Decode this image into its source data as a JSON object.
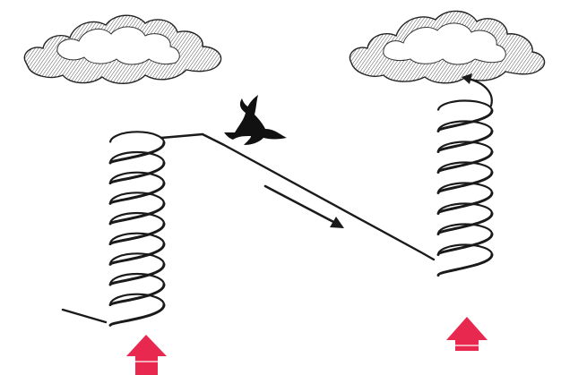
{
  "diagram": {
    "ink_color": "#1a1a1a",
    "cloud_fill": "#ffffff",
    "cloud_shade": "#555555",
    "thermal_arrow_color": "#e8284f",
    "flight_arrow_color": "#1a1a1a",
    "bird_color": "#111111",
    "elements": [
      {
        "name": "cloud-left",
        "kind": "cloud"
      },
      {
        "name": "cloud-right",
        "kind": "cloud"
      },
      {
        "name": "thermal-spiral-left",
        "kind": "spiral",
        "turns": 9
      },
      {
        "name": "thermal-spiral-right",
        "kind": "spiral",
        "turns": 8
      },
      {
        "name": "glide-path",
        "kind": "line"
      },
      {
        "name": "soaring-bird",
        "kind": "bird-icon"
      },
      {
        "name": "glide-direction-arrow",
        "kind": "arrow"
      },
      {
        "name": "thermal-updraft-arrow-left",
        "kind": "arrow"
      },
      {
        "name": "thermal-updraft-arrow-right",
        "kind": "arrow"
      }
    ]
  }
}
